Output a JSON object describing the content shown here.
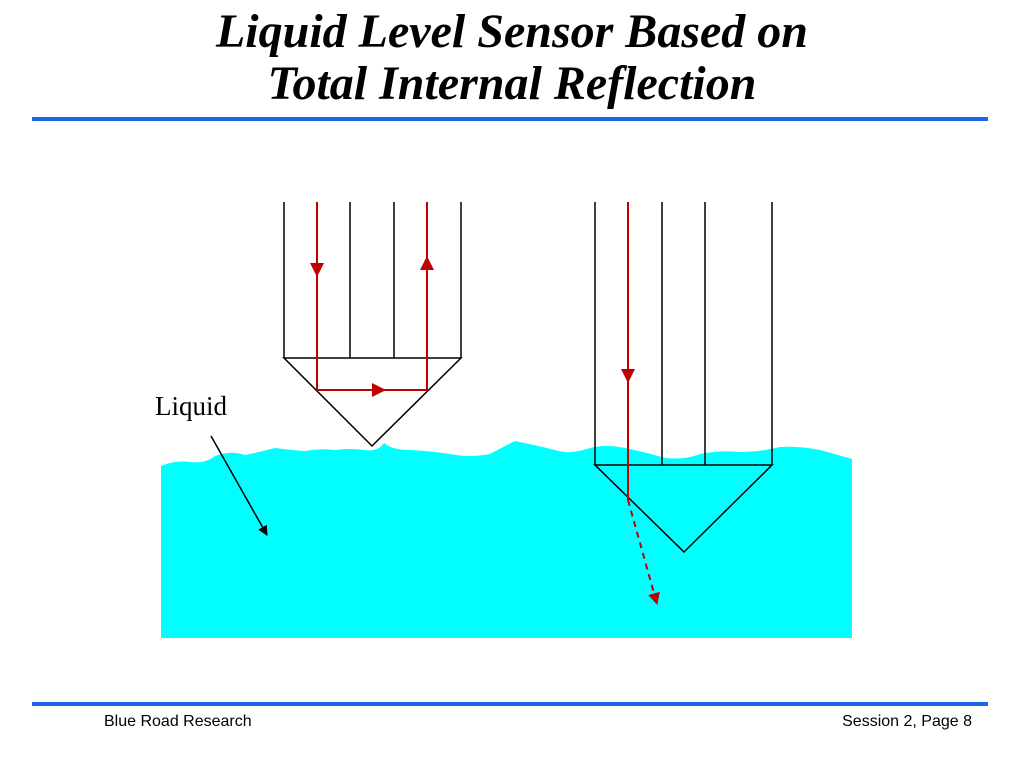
{
  "slide": {
    "title_line_1": "Liquid Level Sensor Based on",
    "title_line_2": "Total Internal Reflection"
  },
  "diagram": {
    "liquid_label": "Liquid",
    "colors": {
      "liquid": "#00ffff",
      "light_ray": "#c00000",
      "outline": "#000000",
      "rule": "#1a66e6"
    },
    "sensors": [
      {
        "name": "sensor in air",
        "light_path": "total internal reflection, light returns"
      },
      {
        "name": "sensor in liquid",
        "light_path": "light refracts out into liquid"
      }
    ]
  },
  "footer": {
    "left": "Blue Road Research",
    "right": "Session 2, Page 8"
  }
}
